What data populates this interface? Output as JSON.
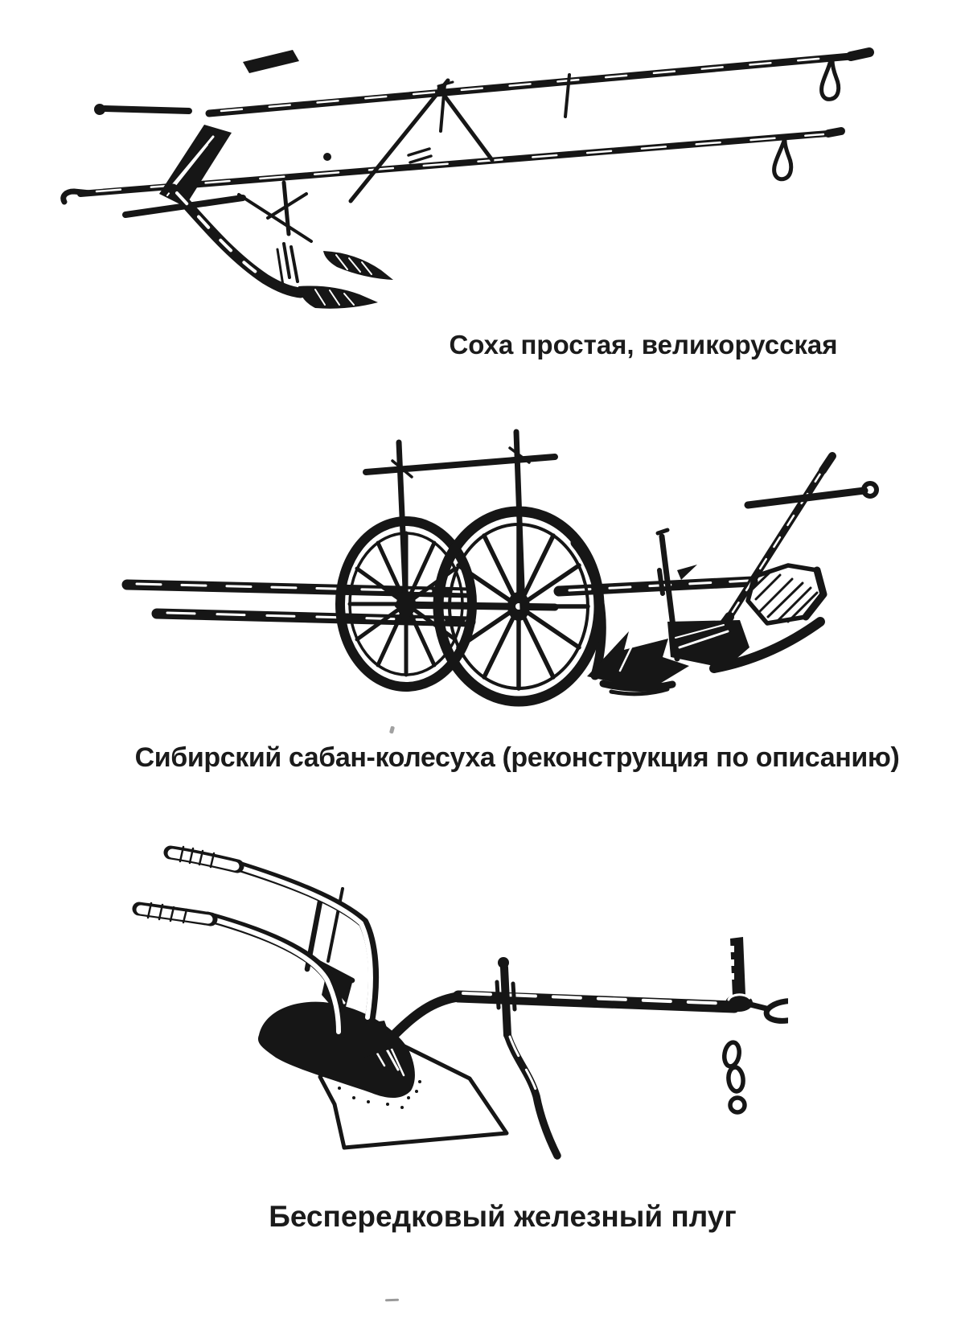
{
  "page": {
    "background": "#ffffff",
    "ink_color": "#161616",
    "text_color": "#1b1b1b"
  },
  "figures": [
    {
      "id": "sokha",
      "caption": "Соха простая, великорусская"
    },
    {
      "id": "saban-kolesukha",
      "caption": "Сибирский сабан-колесуха (реконструкция по описанию)"
    },
    {
      "id": "iron-plough",
      "caption": "Беспередковый железный плуг"
    }
  ]
}
